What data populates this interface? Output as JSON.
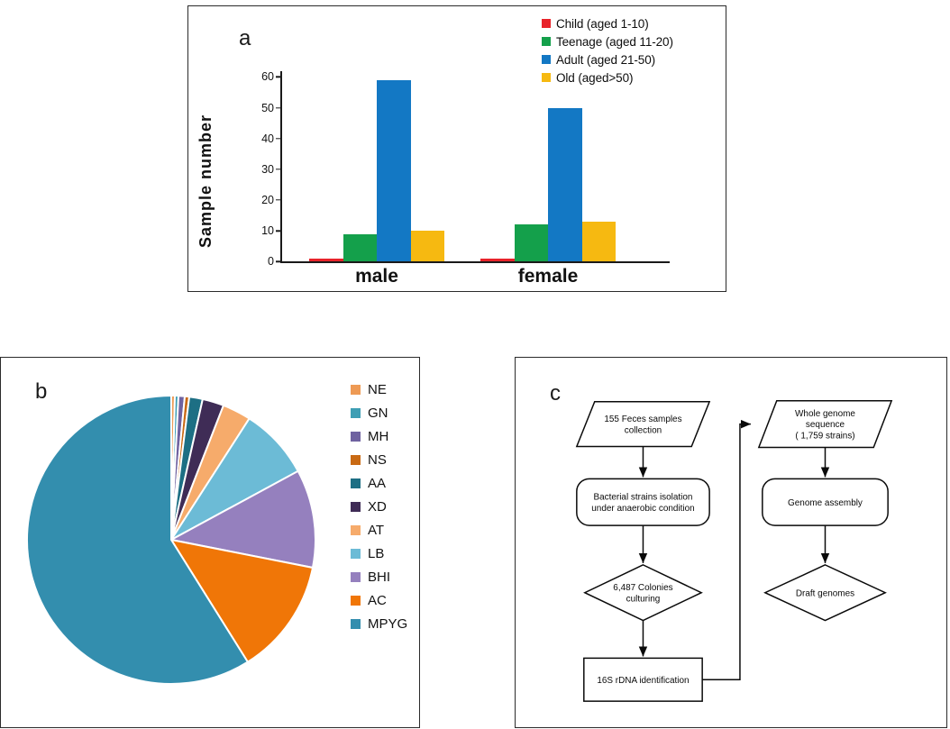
{
  "figure": {
    "panel_a_label": "a",
    "panel_b_label": "b",
    "panel_c_label": "c"
  },
  "chart_data": [
    {
      "type": "bar",
      "panel": "a",
      "title": "",
      "xlabel": "",
      "ylabel": "Sample  number",
      "categories": [
        "male",
        "female"
      ],
      "ylim": [
        0,
        60
      ],
      "yticks": [
        0,
        10,
        20,
        30,
        40,
        50,
        60
      ],
      "grid": false,
      "legend_position": "top-right",
      "series": [
        {
          "name": "Child (aged 1-10)",
          "color": "#E8232A",
          "values": [
            1,
            1
          ]
        },
        {
          "name": "Teenage (aged 11-20)",
          "color": "#14A04B",
          "values": [
            9,
            12
          ]
        },
        {
          "name": "Adult (aged 21-50)",
          "color": "#1378C4",
          "values": [
            59,
            50
          ]
        },
        {
          "name": "Old (aged>50)",
          "color": "#F6B911",
          "values": [
            10,
            13
          ]
        }
      ]
    },
    {
      "type": "pie",
      "panel": "b",
      "title": "",
      "legend_position": "right",
      "labels": [
        "NE",
        "GN",
        "MH",
        "NS",
        "AA",
        "XD",
        "AT",
        "LB",
        "BHI",
        "AC",
        "MPYG"
      ],
      "colors": [
        "#EE9A54",
        "#3E9EB4",
        "#6F62A0",
        "#C96A14",
        "#1D6F84",
        "#3F2C56",
        "#F6AB6B",
        "#6CBBD6",
        "#9580BE",
        "#F07607",
        "#338EAE"
      ],
      "values": [
        0.4,
        0.4,
        0.7,
        0.5,
        1.5,
        2.4,
        3.2,
        8.0,
        11.0,
        13.0,
        58.9
      ]
    }
  ],
  "flowchart": {
    "panel": "c",
    "nodes": [
      {
        "id": "feces",
        "shape": "parallelogram",
        "lines": [
          "155 Feces samples",
          "collection"
        ]
      },
      {
        "id": "isolation",
        "shape": "rounded-rect",
        "lines": [
          "Bacterial strains  isolation",
          "under anaerobic condition"
        ]
      },
      {
        "id": "colonies",
        "shape": "diamond",
        "lines": [
          "6,487 Colonies",
          "culturing"
        ]
      },
      {
        "id": "rdna",
        "shape": "rect",
        "lines": [
          "16S rDNA identification"
        ]
      },
      {
        "id": "wgs",
        "shape": "parallelogram",
        "lines": [
          "Whole genome",
          "sequence",
          "( 1,759 strains)"
        ]
      },
      {
        "id": "assembly",
        "shape": "rounded-rect",
        "lines": [
          "Genome assembly"
        ]
      },
      {
        "id": "draft",
        "shape": "diamond",
        "lines": [
          "Draft genomes"
        ]
      }
    ]
  }
}
